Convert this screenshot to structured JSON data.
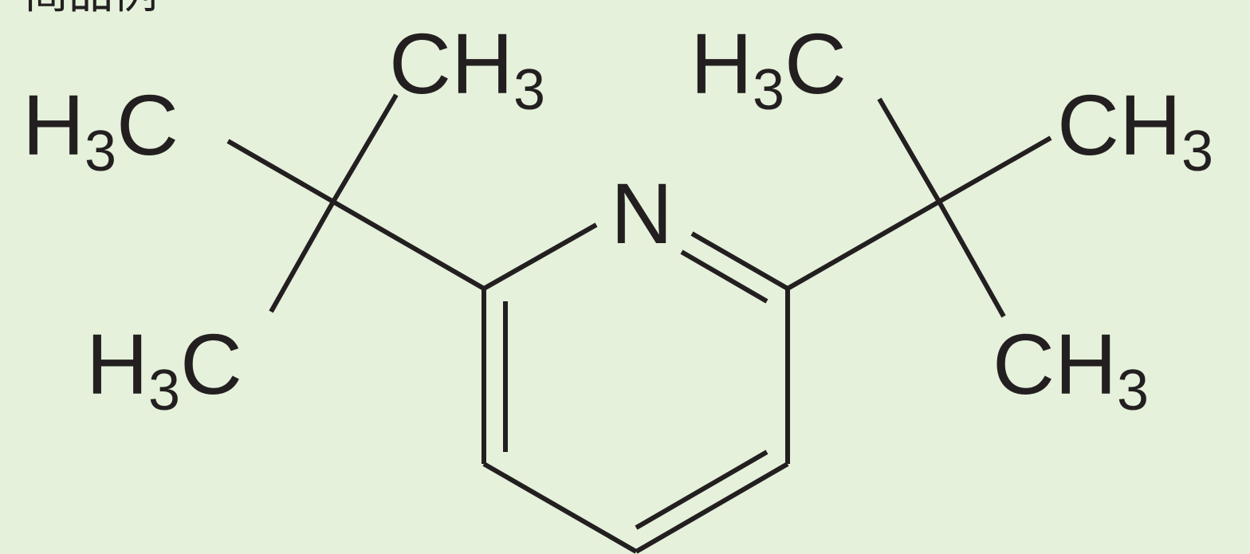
{
  "corner_text": "简品例",
  "colors": {
    "background": "#e5f1da",
    "ink": "#231f20"
  },
  "atoms": {
    "nitrogen": "N",
    "methyl_left_top": {
      "main": "CH",
      "sub": "3"
    },
    "methyl_left_upper": {
      "pre": "H",
      "sub": "3",
      "post": "C"
    },
    "methyl_left_lower": {
      "pre": "H",
      "sub": "3",
      "post": "C"
    },
    "methyl_right_top": {
      "pre": "H",
      "sub": "3",
      "post": "C"
    },
    "methyl_right_upper": {
      "main": "CH",
      "sub": "3"
    },
    "methyl_right_lower": {
      "main": "CH",
      "sub": "3"
    }
  }
}
